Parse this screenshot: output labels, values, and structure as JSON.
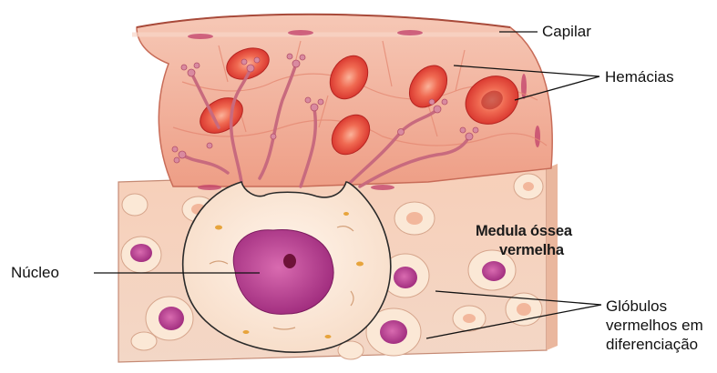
{
  "labels": {
    "capilar": "Capilar",
    "hemacias": "Hemácias",
    "medula_line1": "Medula óssea",
    "medula_line2": "vermelha",
    "nucleo": "Núcleo",
    "globulos_line1": "Glóbulos",
    "globulos_line2": "vermelhos em",
    "globulos_line3": "diferenciação"
  },
  "colors": {
    "capillar_wall": "#f4b9a8",
    "capillar_wall_dark": "#e3836f",
    "red_cell": "#e8463c",
    "red_cell_center": "#f58a6e",
    "marrow_tissue": "#f6d9c8",
    "cell_nucleus": "#b9398f",
    "megakaryocyte_body": "#fbe7d6",
    "megakaryocyte_nucleus": "#b63c96"
  }
}
